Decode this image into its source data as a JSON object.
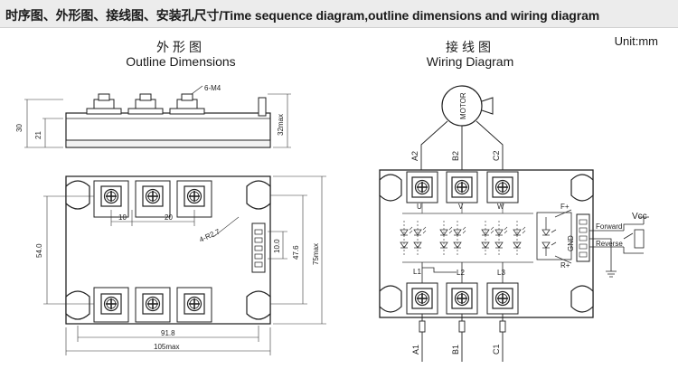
{
  "header": {
    "title": "时序图、外形图、接线图、安装孔尺寸/Time sequence diagram,outline dimensions and wiring diagram"
  },
  "unit": "Unit:mm",
  "outline": {
    "title_cn": "外形图",
    "title_en": "Outline Dimensions",
    "labels": {
      "screw": "6-M4",
      "h30": "30",
      "h21": "21",
      "h32": "32max",
      "w10": "10",
      "w20": "20",
      "r27": "4-R2.7",
      "h54": "54.0",
      "h10": "10.0",
      "h476": "47.6",
      "h75": "75max",
      "w918": "91.8",
      "w105": "105max"
    }
  },
  "wiring": {
    "title_cn": "接线图",
    "title_en": "Wiring Diagram",
    "labels": {
      "motor": "MOTOR",
      "a2": "A2",
      "b2": "B2",
      "c2": "C2",
      "u": "U",
      "v": "V",
      "w": "W",
      "l1": "L1",
      "l2": "L2",
      "l3": "L3",
      "a1": "A1",
      "b1": "B1",
      "c1": "C1",
      "fplus": "F+",
      "rplus": "R+",
      "gnd": "GND",
      "forward": "Forward",
      "reverse": "Reverse",
      "vcc": "Vcc"
    }
  }
}
